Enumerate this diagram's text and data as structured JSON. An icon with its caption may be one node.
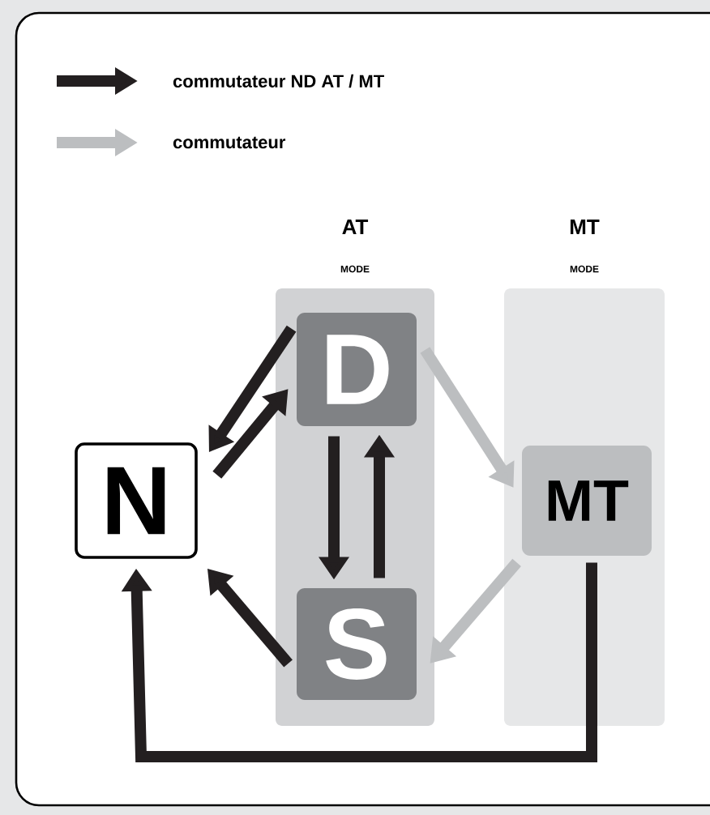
{
  "diagram": {
    "nodes": [
      {
        "text": [
          "AT",
          "MODE"
        ]
      },
      {
        "text": [
          "MT",
          "MODE"
        ]
      },
      {
        "text": [
          "D"
        ],
        "in": 0
      },
      {
        "text": [
          "N"
        ]
      },
      {
        "text": [
          "MT"
        ],
        "in": 1
      },
      {
        "text": [
          "S"
        ],
        "in": 0
      }
    ],
    "edges": [
      {
        "from": 2,
        "to": 3,
        "arrow": "to"
      },
      {
        "from": 3,
        "to": 2,
        "arrow": "to"
      },
      {
        "from": 2,
        "to": 5,
        "arrow": "to"
      },
      {
        "from": 5,
        "to": 2,
        "arrow": "to"
      },
      {
        "from": 5,
        "to": 3,
        "arrow": "to"
      },
      {
        "from": 2,
        "to": 4,
        "arrow": "to",
        "color": "#bcbec0"
      },
      {
        "from": 4,
        "to": 5,
        "arrow": "to",
        "color": "#bcbec0"
      },
      {
        "from": 4,
        "to": 3,
        "arrow": "to"
      }
    ],
    "legend": [
      {
        "text": "commutateur ND AT / MT"
      },
      {
        "text": "commutateur"
      }
    ]
  }
}
